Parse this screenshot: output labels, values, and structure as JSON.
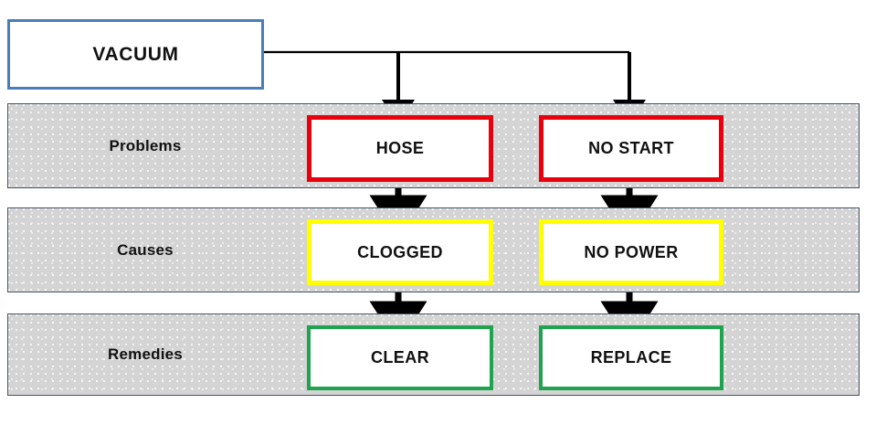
{
  "diagram": {
    "title_node": {
      "label": "VACUUM"
    },
    "bands": [
      {
        "label": "Problems",
        "nodes": [
          {
            "label": "HOSE"
          },
          {
            "label": "NO START"
          }
        ]
      },
      {
        "label": "Causes",
        "nodes": [
          {
            "label": "CLOGGED"
          },
          {
            "label": "NO POWER"
          }
        ]
      },
      {
        "label": "Remedies",
        "nodes": [
          {
            "label": "CLEAR"
          },
          {
            "label": "REPLACE"
          }
        ]
      }
    ],
    "colors": {
      "root_border": "#4a7ebb",
      "problem_border": "#e8000d",
      "cause_border": "#ffff00",
      "remedy_border": "#1fa34e",
      "band_fill": "#d4d4d4",
      "band_border": "#44546a",
      "connector": "#000000",
      "text": "#111111",
      "page_background": "#ffffff"
    }
  }
}
